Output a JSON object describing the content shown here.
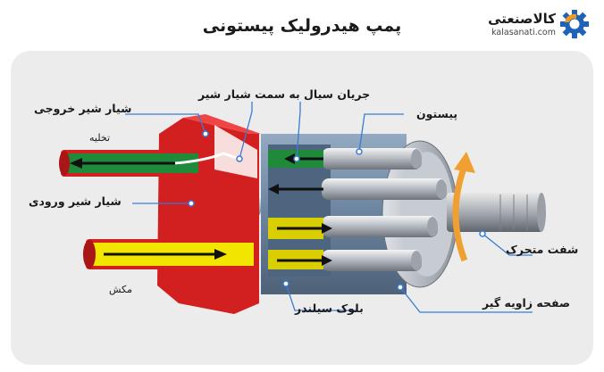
{
  "header": {
    "title": "پمپ هیدرولیک پیستونی"
  },
  "logo": {
    "name": "کالاصنعتی",
    "url": "kalasanati.com"
  },
  "labels": {
    "outlet_port": "شیار شیر خروجی",
    "discharge": "تخلیه",
    "inlet_port": "شیار شیر ورودی",
    "suction": "مکش",
    "fluid_flow": "جریان سیال به سمت شیار شیر",
    "piston": "پیستون",
    "shaft": "شفت متحرک",
    "swash_plate": "صفحه زاویه گیر",
    "cylinder_block": "بلوک سیلندر"
  },
  "colors": {
    "accent_blue": "#3a7bd5",
    "valve_red": "#e02424",
    "inlet_yellow": "#f2e600",
    "outlet_green": "#1f8a3a",
    "housing_blue": "#5d7896",
    "swash_orange": "#f0a030",
    "logo_orange": "#f29a1c",
    "logo_blue": "#1f63b8"
  }
}
